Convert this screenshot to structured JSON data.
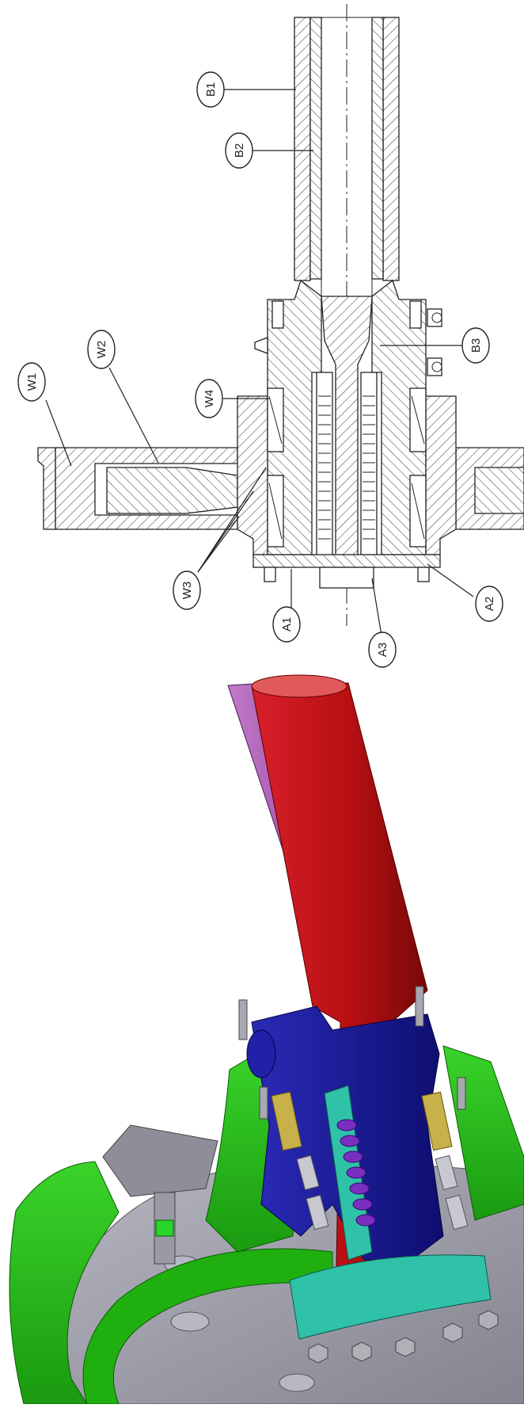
{
  "drawing": {
    "callouts": [
      {
        "id": "B1",
        "label": "B1"
      },
      {
        "id": "B2",
        "label": "B2"
      },
      {
        "id": "B3",
        "label": "B3"
      },
      {
        "id": "W1",
        "label": "W1"
      },
      {
        "id": "W2",
        "label": "W2"
      },
      {
        "id": "W3",
        "label": "W3"
      },
      {
        "id": "W4",
        "label": "W4"
      },
      {
        "id": "A1",
        "label": "A1"
      },
      {
        "id": "A2",
        "label": "A2"
      },
      {
        "id": "A3",
        "label": "A3"
      }
    ]
  },
  "render_colors": {
    "outer_tube": "#a04ea8",
    "inner_shaft": "#b80f12",
    "housing": "#1a1a9a",
    "hub": "#22b214",
    "spacer": "#2fc2a8",
    "springs": "#7a2fc0",
    "bearing_cage": "#c8b04a",
    "disc": "#9a9aa8",
    "bolts": "#a8a8b0"
  }
}
